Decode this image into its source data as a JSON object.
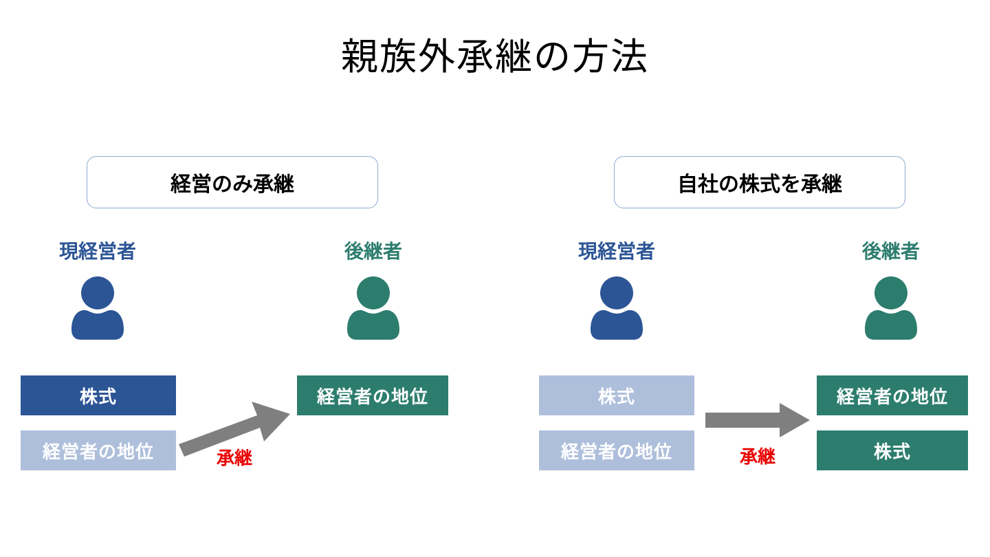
{
  "slide": {
    "title": "親族外承継の方法",
    "background": "#ffffff"
  },
  "colors": {
    "owner_blue": "#2c5596",
    "light_blue": "#aebfdb",
    "successor_green": "#2d7d6e",
    "arrow_gray": "#7f7f7f",
    "accent_red": "#ea0000",
    "header_border": "#8faad4"
  },
  "panels": [
    {
      "id": "management-only",
      "header": "経営のみ承継",
      "from": {
        "label": "現経営者",
        "icon": "person-icon",
        "icon_color": "#2c5596",
        "boxes": [
          {
            "text": "株式",
            "tone": "dark-blue"
          },
          {
            "text": "経営者の地位",
            "tone": "light-blue"
          }
        ]
      },
      "to": {
        "label": "後継者",
        "icon": "person-icon",
        "icon_color": "#2d7d6e",
        "boxes": [
          {
            "text": "経営者の地位",
            "tone": "green"
          }
        ]
      },
      "arrow": {
        "label": "承継",
        "direction": "diagonal-up-right",
        "color": "#7f7f7f"
      }
    },
    {
      "id": "shares-succession",
      "header": "自社の株式を承継",
      "from": {
        "label": "現経営者",
        "icon": "person-icon",
        "icon_color": "#2c5596",
        "boxes": [
          {
            "text": "株式",
            "tone": "light-blue"
          },
          {
            "text": "経営者の地位",
            "tone": "light-blue"
          }
        ]
      },
      "to": {
        "label": "後継者",
        "icon": "person-icon",
        "icon_color": "#2d7d6e",
        "boxes": [
          {
            "text": "経営者の地位",
            "tone": "green"
          },
          {
            "text": "株式",
            "tone": "green"
          }
        ]
      },
      "arrow": {
        "label": "承継",
        "direction": "horizontal-right",
        "color": "#7f7f7f"
      }
    }
  ]
}
